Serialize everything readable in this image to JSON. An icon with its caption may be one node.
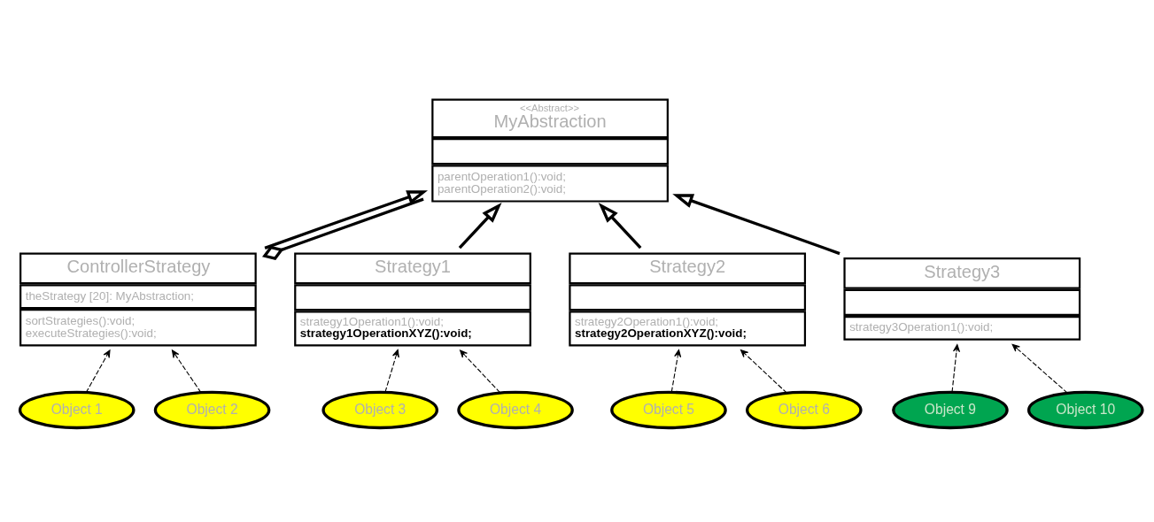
{
  "diagram": {
    "nodes": [
      {
        "text": [
          "<<Abstract>>",
          "MyAbstraction",
          "parentOperation1():void;",
          "parentOperation2():void;"
        ]
      },
      {
        "text": [
          "ControllerStrategy",
          "theStrategy [20]: MyAbstraction;",
          "sortStrategies():void;",
          "executeStrategies():void;"
        ]
      },
      {
        "text": [
          "Strategy1",
          "strategy1Operation1():void;",
          "strategy1OperationXYZ():void;"
        ]
      },
      {
        "text": [
          "Strategy2",
          "strategy2Operation1():void;",
          "strategy2OperationXYZ():void;"
        ]
      },
      {
        "text": [
          "Strategy3",
          "strategy3Operation1():void;"
        ]
      },
      {
        "text": [
          "Object 1"
        ]
      },
      {
        "text": [
          "Object 2"
        ]
      },
      {
        "text": [
          "Object 3"
        ]
      },
      {
        "text": [
          "Object 4"
        ]
      },
      {
        "text": [
          "Object 5"
        ]
      },
      {
        "text": [
          "Object 6"
        ]
      },
      {
        "text": [
          "Object 9"
        ]
      },
      {
        "text": [
          "Object 10"
        ]
      }
    ],
    "edges": [
      {
        "from": 0,
        "to": 1,
        "arrow": "other",
        "style": "thick"
      },
      {
        "from": 1,
        "to": 0,
        "arrow": "to",
        "style": "thick"
      },
      {
        "from": 2,
        "to": 0,
        "arrow": "to",
        "style": "thick"
      },
      {
        "from": 3,
        "to": 0,
        "arrow": "to",
        "style": "thick"
      },
      {
        "from": 4,
        "to": 0,
        "arrow": "to",
        "style": "thick"
      },
      {
        "from": 5,
        "to": 1,
        "arrow": "to",
        "style": "dashed"
      },
      {
        "from": 6,
        "to": 1,
        "arrow": "to",
        "style": "dashed"
      },
      {
        "from": 7,
        "to": 2,
        "arrow": "to",
        "style": "dashed"
      },
      {
        "from": 8,
        "to": 2,
        "arrow": "to",
        "style": "dashed"
      },
      {
        "from": 9,
        "to": 3,
        "arrow": "to",
        "style": "dashed"
      },
      {
        "from": 10,
        "to": 3,
        "arrow": "to",
        "style": "dashed"
      },
      {
        "from": 11,
        "to": 4,
        "arrow": "to",
        "style": "dashed"
      },
      {
        "from": 12,
        "to": 4,
        "arrow": "to",
        "style": "dashed"
      }
    ]
  }
}
